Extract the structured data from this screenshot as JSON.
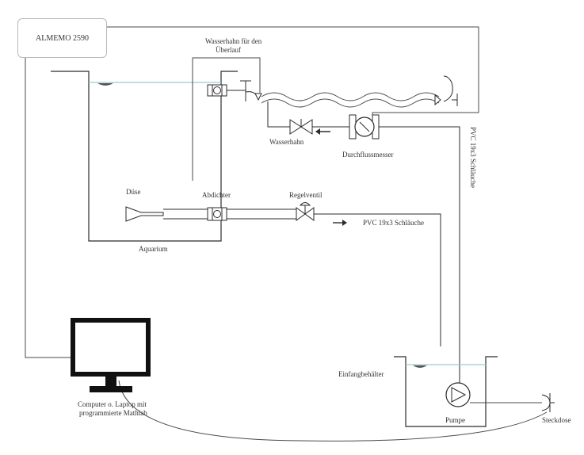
{
  "diagram": {
    "device": "ALMEMO 2590",
    "labels": {
      "overflow_tap_line1": "Wasserhahn für den",
      "overflow_tap_line2": "Überlauf",
      "water_tap": "Wasserhahn",
      "flowmeter": "Durchflussmesser",
      "nozzle": "Düse",
      "sealer": "Abdichter",
      "control_valve": "Regelventil",
      "pvc_hose_horizontal": "PVC 19x3 Schläuche",
      "pvc_hose_vertical": "PVC 19x3 Schläuche",
      "aquarium": "Aquarium",
      "collection_tank": "Einfangbehälter",
      "pump": "Pumpe",
      "socket": "Steckdose",
      "computer_line1": "Computer o. Laptop mit",
      "computer_line2": "programmierte Mathlab"
    },
    "colors": {
      "line": "#2b2b2b",
      "thin_line": "#4a4a4a",
      "water_surface": "#9fc9c9",
      "text": "#333333"
    }
  }
}
